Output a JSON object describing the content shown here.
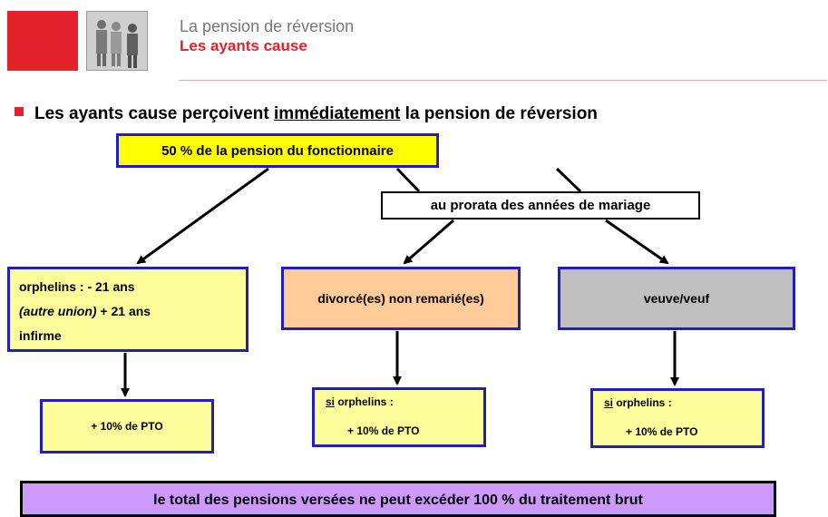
{
  "header": {
    "title": "La pension de réversion",
    "subtitle": "Les ayants cause"
  },
  "colors": {
    "brand_red": "#e4222b",
    "box_border": "#1f1fbf",
    "yellow": "#ffff00",
    "light_yellow": "#fffe9c",
    "peach": "#ffcc99",
    "gray": "#c0c0c0",
    "lavender": "#cc99ff"
  },
  "heading": {
    "before": "Les ayants cause perçoivent ",
    "underlined": "immédiatement",
    "after": " la pension de réversion"
  },
  "diagram": {
    "top_box": "50 % de la pension du fonctionnaire",
    "prorata_box": "au prorata des années de mariage",
    "orphans_box": {
      "line1": "orphelins :    - 21 ans",
      "line2_italic": "(autre union)",
      "line2_rest": "    + 21 ans",
      "line3": "infirme"
    },
    "divorced_box": "divorcé(es) non remarié(es)",
    "widow_box": "veuve/veuf",
    "pto_left": "+  10% de PTO",
    "pto_middle": {
      "si": "si",
      "label": " orphelins :",
      "value": "+  10% de PTO"
    },
    "pto_right": {
      "si": "si",
      "label": " orphelins :",
      "value": "+  10% de PTO"
    },
    "bottom_box": "le total des pensions versées ne peut excéder 100 % du traitement brut"
  }
}
